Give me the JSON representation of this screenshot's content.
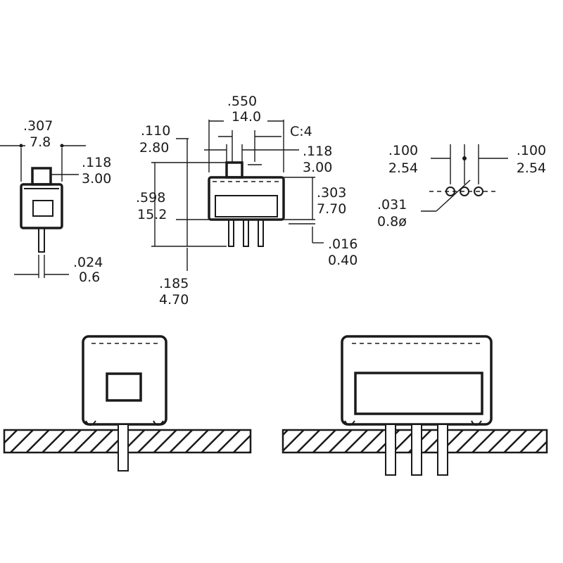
{
  "dimensions": {
    "overall_width": {
      "inch": ".307",
      "mm": "7.8"
    },
    "actuator_height_side": {
      "inch": ".118",
      "mm": "3.00"
    },
    "pin_width": {
      "inch": ".024",
      "mm": "0.6"
    },
    "body_length": {
      "inch": ".550",
      "mm": "14.0"
    },
    "travel": {
      "label": "C:4"
    },
    "actuator_top_offset": {
      "inch": ".110",
      "mm": "2.80"
    },
    "actuator_height_front": {
      "inch": ".118",
      "mm": "3.00"
    },
    "total_height": {
      "inch": ".598",
      "mm": "15.2"
    },
    "body_height": {
      "inch": ".303",
      "mm": "7.70"
    },
    "pin_thickness": {
      "inch": ".016",
      "mm": "0.40"
    },
    "pin_length": {
      "inch": ".185",
      "mm": "4.70"
    },
    "pin_pitch_left": {
      "inch": ".100",
      "mm": "2.54"
    },
    "pin_pitch_right": {
      "inch": ".100",
      "mm": "2.54"
    },
    "hole_diameter": {
      "inch": ".031",
      "mm": "0.8ø"
    }
  }
}
